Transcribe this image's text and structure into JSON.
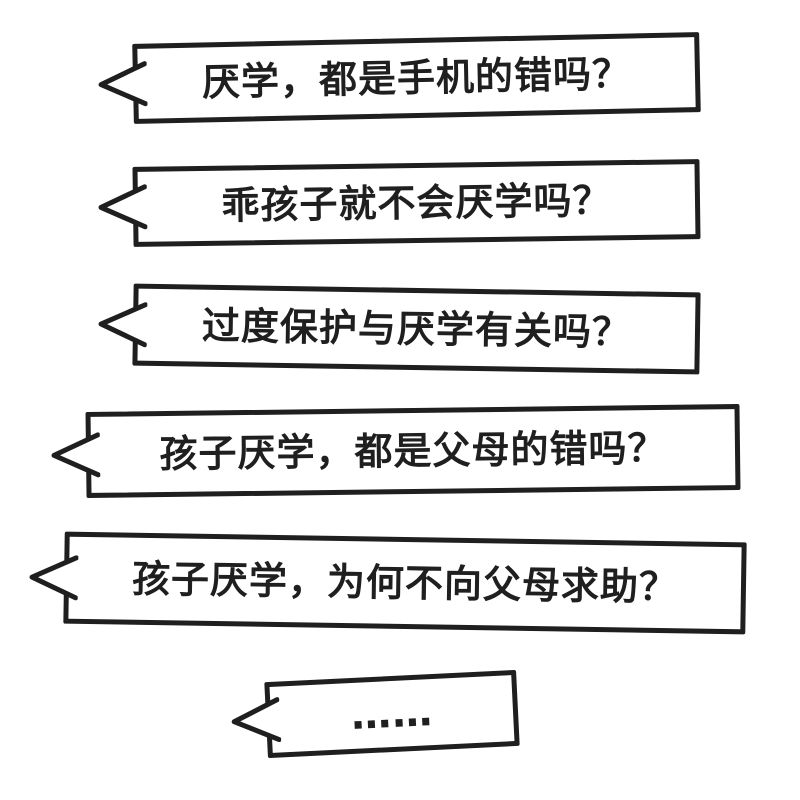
{
  "page": {
    "background_color": "#ffffff",
    "ink_color": "#1f1f1f"
  },
  "bubbles": [
    {
      "text": "厌学，都是手机的错吗？"
    },
    {
      "text": "乖孩子就不会厌学吗？"
    },
    {
      "text": "过度保护与厌学有关吗？"
    },
    {
      "text": "孩子厌学，都是父母的错吗？"
    },
    {
      "text": "孩子厌学，为何不向父母求助？"
    },
    {
      "text": "……"
    }
  ]
}
